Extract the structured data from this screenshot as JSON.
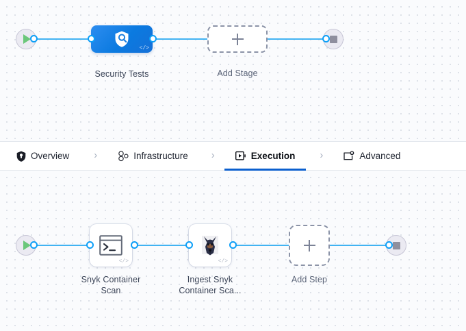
{
  "theme": {
    "canvas_bg": "#fafbfd",
    "grid_dot": "#d8dce4",
    "connector": "#42b3f2",
    "connector_dot_border": "#0b9ef7",
    "stage_blue": "#0b7ae0",
    "active_tab_underline": "#0b5fce",
    "play_green": "#6bc77a",
    "stop_gray": "#8f8f9e",
    "terminal_bg": "#ebeaf2",
    "dashed_border": "#8b93a7",
    "label_text": "#3b4457"
  },
  "stage_row": {
    "start_node": {
      "name": "pipeline-start",
      "icon": "play-icon"
    },
    "end_node": {
      "name": "pipeline-end",
      "icon": "stop-icon"
    },
    "nodes": [
      {
        "id": "security-tests",
        "label": "Security Tests",
        "icon": "shield-search-icon",
        "code_badge": "</>",
        "type": "stage"
      },
      {
        "id": "add-stage",
        "label": "Add Stage",
        "icon": "plus-icon",
        "type": "add"
      }
    ]
  },
  "tabs": {
    "items": [
      {
        "id": "overview",
        "label": "Overview",
        "icon": "shield-icon",
        "active": false
      },
      {
        "id": "infrastructure",
        "label": "Infrastructure",
        "icon": "nodes-icon",
        "active": false
      },
      {
        "id": "execution",
        "label": "Execution",
        "icon": "play-box-icon",
        "active": true
      },
      {
        "id": "advanced",
        "label": "Advanced",
        "icon": "card-gear-icon",
        "active": false
      }
    ],
    "separator": "›"
  },
  "step_row": {
    "start_node": {
      "name": "steps-start",
      "icon": "play-icon"
    },
    "end_node": {
      "name": "steps-end",
      "icon": "stop-icon"
    },
    "nodes": [
      {
        "id": "snyk-container-scan",
        "label_line1": "Snyk Container",
        "label_line2": "Scan",
        "icon": "terminal-icon",
        "code_badge": "</>",
        "type": "step"
      },
      {
        "id": "ingest-snyk-container-scan",
        "label_line1": "Ingest Snyk",
        "label_line2": "Container Sca...",
        "icon": "snyk-dog-icon",
        "code_badge": "</>",
        "type": "step"
      },
      {
        "id": "add-step",
        "label_line1": "Add Step",
        "label_line2": "",
        "icon": "plus-icon",
        "type": "add"
      }
    ]
  }
}
